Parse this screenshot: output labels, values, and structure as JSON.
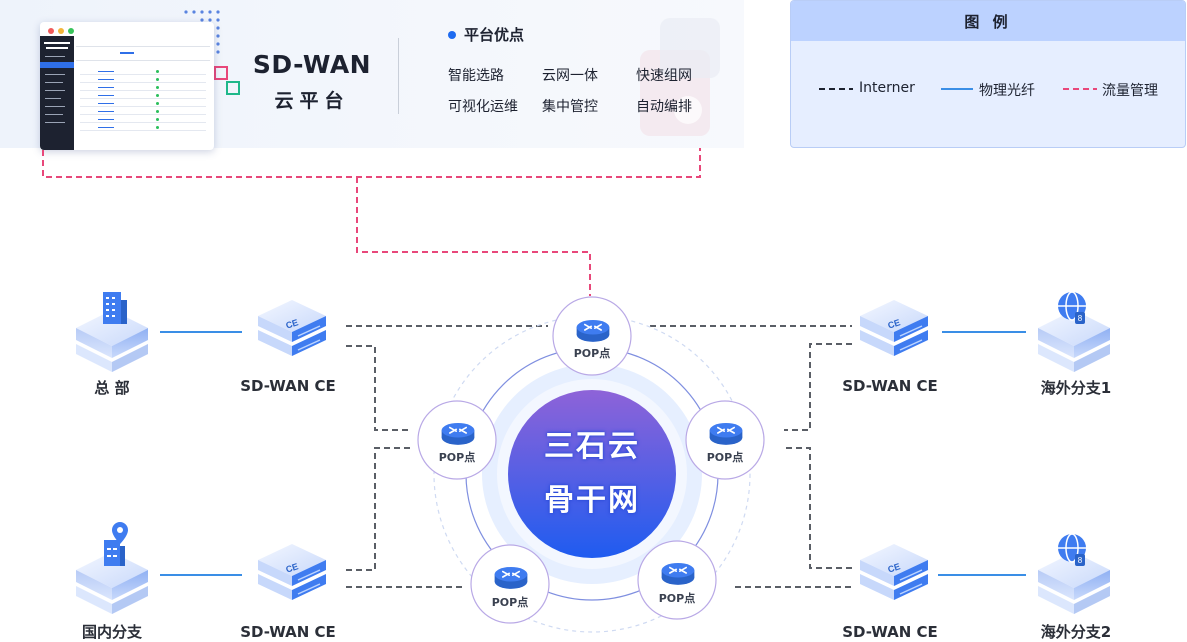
{
  "platform": {
    "title": "SD-WAN",
    "subtitle": "云平台",
    "advantages_title": "平台优点",
    "advantages": [
      "智能选路",
      "云网一体",
      "快速组网",
      "可视化运维",
      "集中管控",
      "自动编排"
    ]
  },
  "legend": {
    "title": "图 例",
    "items": [
      {
        "label": "Interner",
        "color": "#1d2230",
        "style": "dashed"
      },
      {
        "label": "物理光纤",
        "color": "#3a8ee6",
        "style": "solid"
      },
      {
        "label": "流量管理",
        "color": "#e8477a",
        "style": "dashed"
      }
    ]
  },
  "core": {
    "line1": "三石云",
    "line2": "骨干网"
  },
  "pops": [
    "POP点",
    "POP点",
    "POP点",
    "POP点",
    "POP点"
  ],
  "nodes": {
    "hq": "总 部",
    "domestic": "国内分支",
    "overseas1": "海外分支1",
    "overseas2": "海外分支2",
    "ce_tl": "SD-WAN CE",
    "ce_bl": "SD-WAN CE",
    "ce_tr": "SD-WAN CE",
    "ce_br": "SD-WAN CE"
  },
  "icons": {
    "ce": "CE",
    "router": "router-icon",
    "building": "building-icon",
    "location": "location-pin-icon",
    "globe": "globe-icon"
  },
  "colors": {
    "accent": "#1e6bf0",
    "internet": "#555555",
    "fiber": "#3a8ee6",
    "traffic": "#e8477a",
    "core_top": "#8e63d8",
    "core_bottom": "#1f5cf0"
  }
}
